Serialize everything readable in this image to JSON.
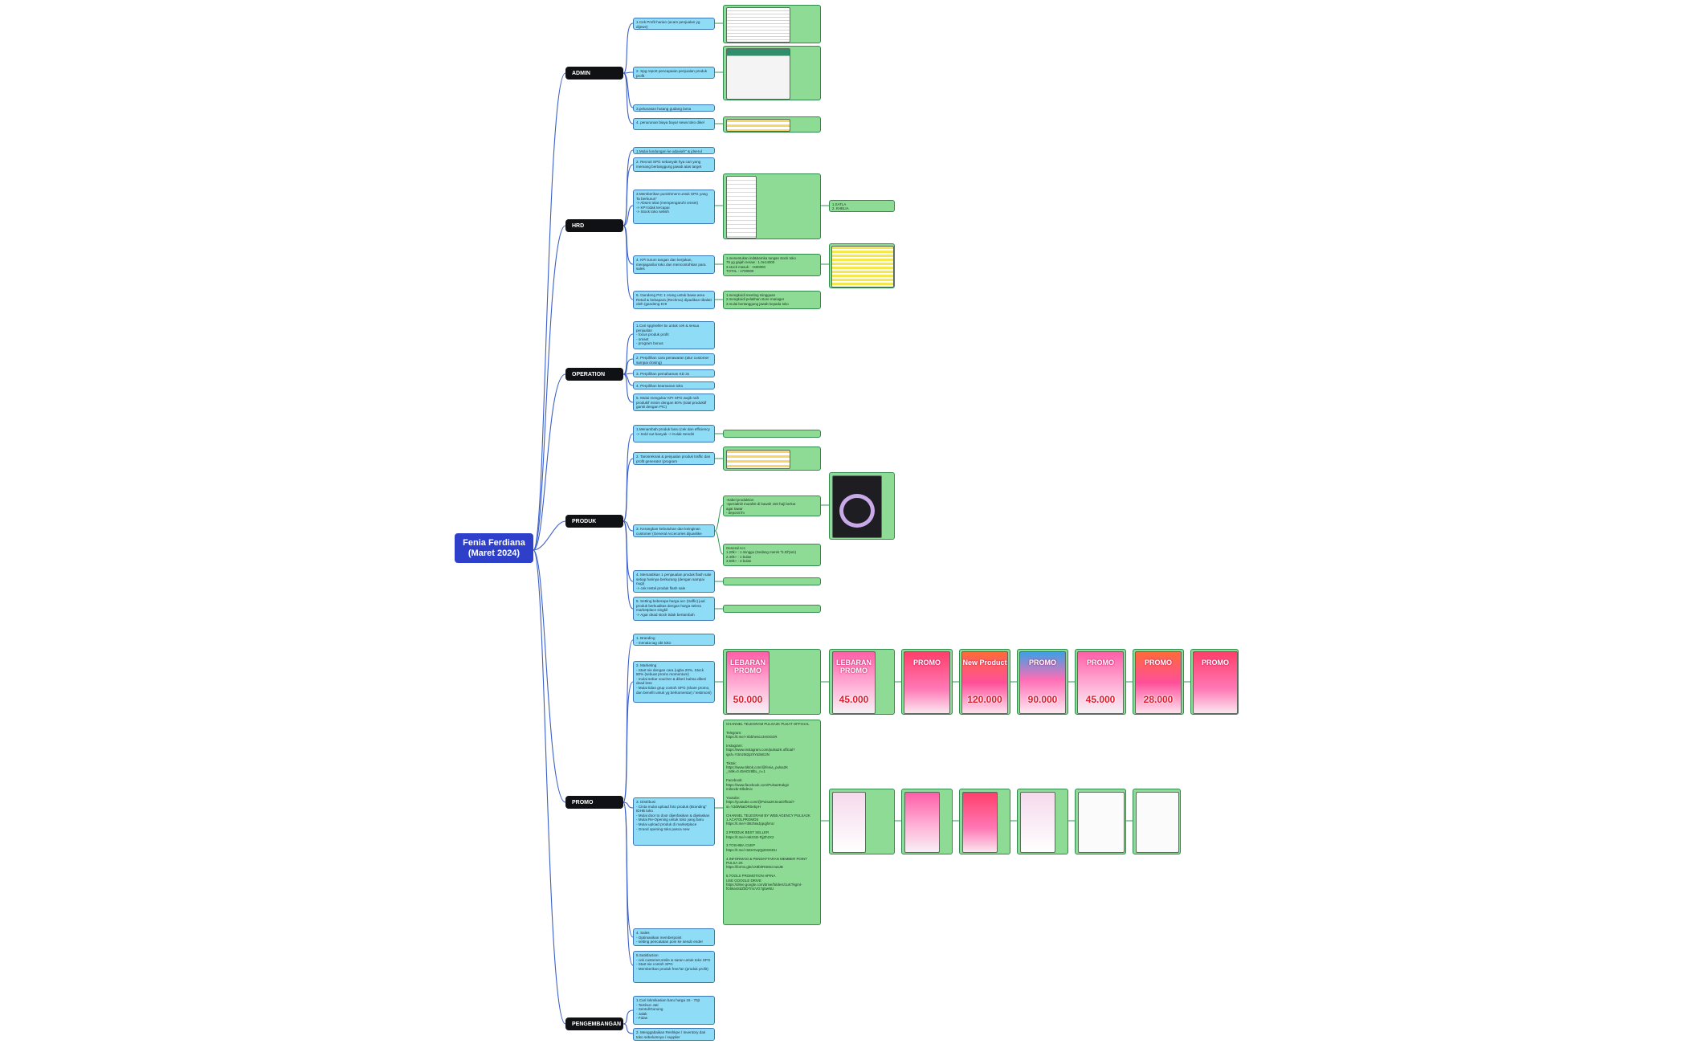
{
  "root": {
    "title": "Fenia Ferdiana\n(Maret 2024)"
  },
  "categories": {
    "admin": "ADMIN",
    "hrd": "HRD",
    "operation": "OPERATION",
    "produk": "PRODUK",
    "promo": "PROMO",
    "pengembangan": "PENGEMBANGAN"
  },
  "admin": {
    "i1": "1.Cek Profit harian (acam penjualan yg dijewe)",
    "i2": "2. Spg report pencapaian penjualan produk profit",
    "i3": "3.pelunasan hutang gudang lama",
    "i4": "4. penurunan biaya bayar sewa toko dikel"
  },
  "hrd": {
    "i1": "1.Mulai lundungan ke adaviah\" & jdserul",
    "i2": "2. Recruit SPG sebanyak hya cari yang memang bertanggung jawab atas target",
    "i3": "3.Memberikan punishment untuk SPG yang Ta berkurun\"\n-> Absen telat (mempengaruhi omset)\n-> KPI tidak tercapai\n-> Stock toko selisih",
    "i3_sub": "1.SATLA\n2. KHELIA",
    "i4": "4. KPI turum tangan dan kerjakan, menjaganilai toko dan mencontohkan para sales",
    "i4_detail": "1.menentukan ind&barnka tungan stock toko\n75 yg gajah neraw : 1.0e14000\n3.stock masuk : +600000\nTOTAL : 1700000",
    "i5": "5. Gandeng PIC 1 orang untuk bawa area Retail & bebapara (Rechma) dipadikan tibalati oleh (gandeng KHI",
    "i5_detail": "1.mengkoidi meeting mingguan\n2.mengkoidi pelatihan store manager\n3.mulai bertanggung jawab kepada toko"
  },
  "operation": {
    "i1": "1.Cari spg/seller 5x untuk cek & sesua penjualan\n- focus produk profit\n- omset\n- program bonus",
    "i2": "2. Perpilihan cara penawaran (atur customer sampai closing)",
    "i3": "3. Perpilihan pemahaman KD 3x",
    "i4": "4. Perpilihan keamanan toko",
    "i5": "5. Mulai mengukur KPI SPG wajib raih produkif minim dengan 80% (total produktif gantii dengan PIC)"
  },
  "produk": {
    "i1": "1.Menambah produk baru (cek dan efficiency\n-> Sold out banyak -> Kulak Sendiri",
    "i2": "2. Tarosreknak & penjualan produk traffic dan profit generator (program",
    "i3": "3. Kerangkan kebutuhan dan keinginan customer (General Accecories dijuaslike",
    "i3_d1": "-Kabel produktion\n-spesialnilI murahD di bawah 150 haji berkut\nagar tawar\n- deposit fm",
    "i3_d2": "General Acc\n1.20k+ : 1 minggu (Sedang merek \"b.Dl\"jam)\n2.40k+ : 1 bulan\n3.50k+ : 3 bulan",
    "i4": "4. Memastikan 1 penjaualan produk flash sale setiap harinya berkurang (dengan sampai nugi)\n-> cek restel produk flash sale",
    "i5": "5. Setting beberapa harga acc (traffic) jual produk berkualitas dengan harga selera marketplace singkil\n-> Agar dead stock tidak bertambah"
  },
  "promo": {
    "i1": "1. Branding\n- menata tag obt toko",
    "i2": "2. Marketing\n- Start sie dengan cara (ugba 20%, Stock 80% (sebuat promo momentum)\n- mulai sebar voucher & diberi bahsa diberi dead less\n- Mulai tidan grup contoh SPG (share promo, dan benefit untuk yg berkomentar) / testimoni)",
    "prices": [
      "50.000",
      "45.000",
      "",
      "120.000",
      "90.000",
      "45.000",
      "28.000",
      ""
    ],
    "promo_titles": [
      "LEBARAN PROMO",
      "LEBARAN PROMO",
      "PROMO",
      "New Product",
      "PROMO",
      "PROMO",
      "PROMO",
      "PROMO"
    ],
    "i3": "3. Distribusi\n- Cinta mulai upload foto produk (Branding\" IDHB toko\n- Mulai door to door dijenfasikan & dijelaskan\n- Mulai Re-Opening untuk toko yang baru\n- Mulai upload produk di marketplace\n- Grand opening toko pasca new",
    "i3_detail": "CHANNEL TELEGRAM PULSA2K PUSAT OFFICIAL\n\nTelegram:\nhttps://t.me/+Xbbhe6cc3m0GGR\n\nInstagram:\nhttps://www.instagram.com/pulsa2K.official?igsh=Y3mzM2pzhYtdmE2N\n\nTiktok:\nhttps://www.tiktok.com/@fenia_pulsa2K\n_m9k=0.45HOz8lbL_n=1\n\nFacebook:\nhttps://www.facebook.com/Pulsa2Kakgir\nmibexbr-ElbdKvc\n\nYoutube:\nhttps://youtube.com/@Pulsa2KSeaiOfficial?si=Y3dWkaiOR0ebpH\n\nCHANNEL TELEGRAM BY WEB AGENCY PULSA2K\n1.ACATOLPROMOS\nhttps://t.me/+3t6zNwJppqjhmU\n\n2.PRODUK BEST SELLER\nhttps://t.me/+n9izGD-PjjZh2X2\n\n3.TOSHIBA CUEP\nhttps://t.me/+8ZeOvqQpDSI6DU\n\n4.INFORMASI & PENDAFTARAN MEMBER POINT PULSA 2K\nhttps://forms.gle/1X9bhRSMcrzu6JB\n\n5.TOOLS PROMOTION HPINA\nUSE GOOGLE DRIVE\nhttps://drive.google.com/drive/folders/1uKTkgmt-fG6kasSdZbDTmcVG7gbwNU",
    "i4": "4. Sales\n- Optimasikan memberpoint\n- setting pencatatan poin ke sesub ender",
    "i5": "5.Satisfaction\n- cek customer,smile & saran untuk toko SPG\n- Start sie contoh SPG\n- Memberikan produk free/'an (produk profit)"
  },
  "pengembangan": {
    "i1": "1.Cari lokmikasian baru harga 15 - 70jt\n- Tambun Jati\n- Sentul/Gunung\n- Jalak\n- Fidas",
    "i2": "2. Menggabaikan Reshkpe / Inventory dari toko sebelumnya / supplier"
  }
}
